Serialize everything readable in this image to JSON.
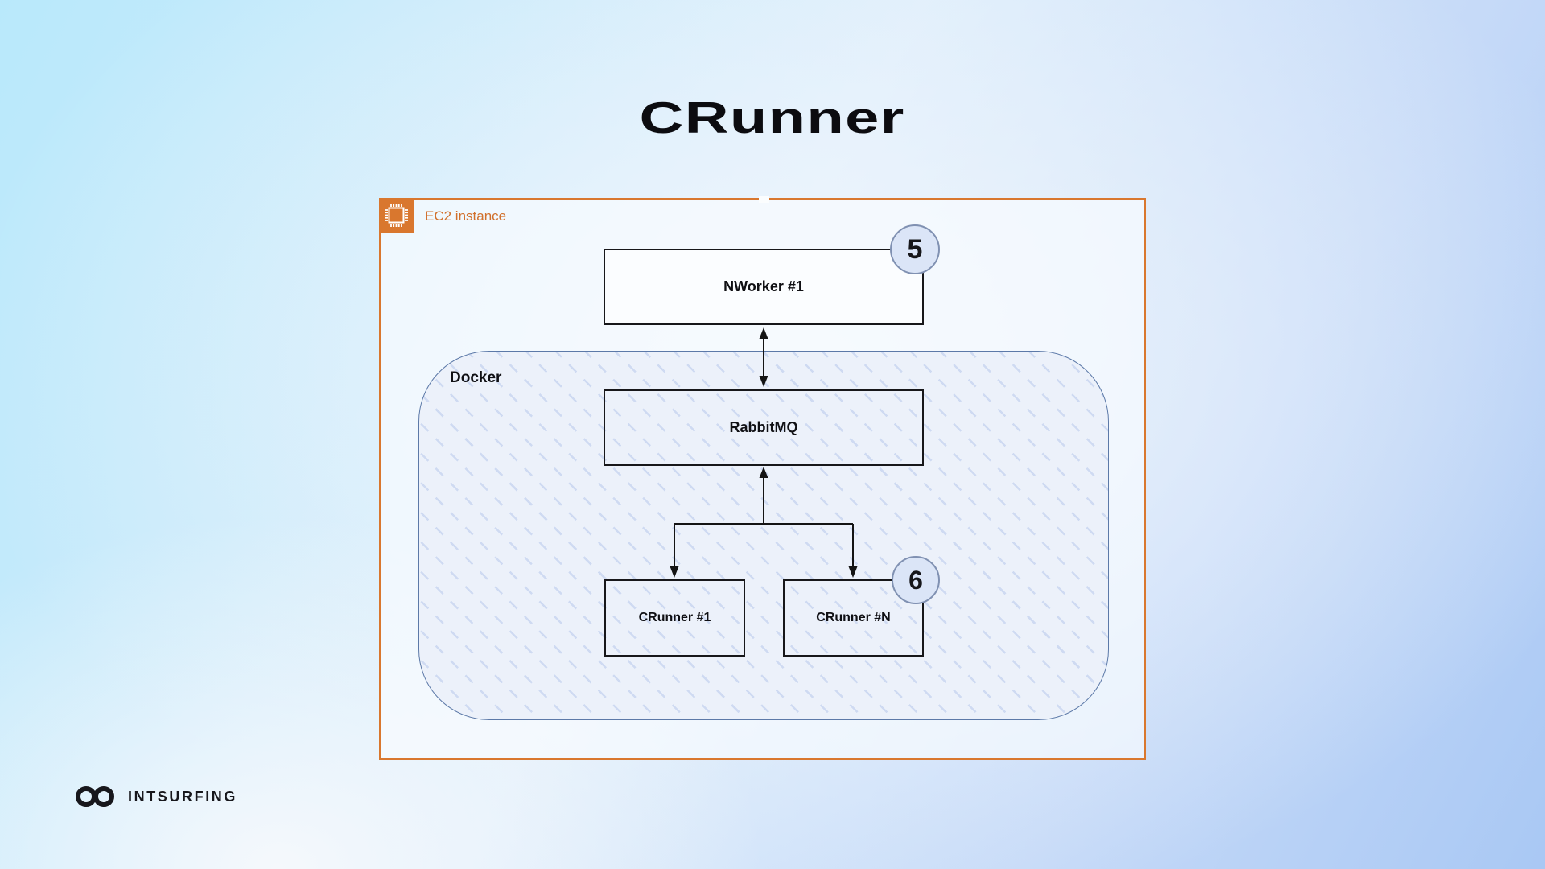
{
  "title": "CRunner",
  "colors": {
    "ec2_border": "#d9772e",
    "ec2_label": "#d1702c",
    "docker_border": "#5c79a8",
    "docker_fill": "#ecf1fa",
    "node_border": "#17171a",
    "badge_fill": "#dbe5f7",
    "badge_border": "#8091b2",
    "arrow": "#141414",
    "background_top_left": "#b9e9fb",
    "background_bottom_right": "#a9c8f4"
  },
  "diagram": {
    "ec2_group": {
      "label": "EC2 instance",
      "icon": "ec2-chip-icon"
    },
    "docker_group": {
      "label": "Docker"
    },
    "nodes": {
      "nworker": {
        "label": "NWorker #1"
      },
      "rabbitmq": {
        "label": "RabbitMQ"
      },
      "crunner1": {
        "label": "CRunner #1"
      },
      "crunner_n": {
        "label": "CRunner #N"
      }
    },
    "badges": {
      "step5": {
        "value": "5"
      },
      "step6": {
        "value": "6"
      }
    },
    "edges": [
      {
        "from": "nworker",
        "to": "rabbitmq",
        "style": "double-headed-arrow"
      },
      {
        "from": "rabbitmq",
        "to": "crunner1",
        "style": "branch-arrow"
      },
      {
        "from": "rabbitmq",
        "to": "crunner_n",
        "style": "branch-arrow"
      }
    ]
  },
  "footer": {
    "brand": "INTSURFING"
  }
}
